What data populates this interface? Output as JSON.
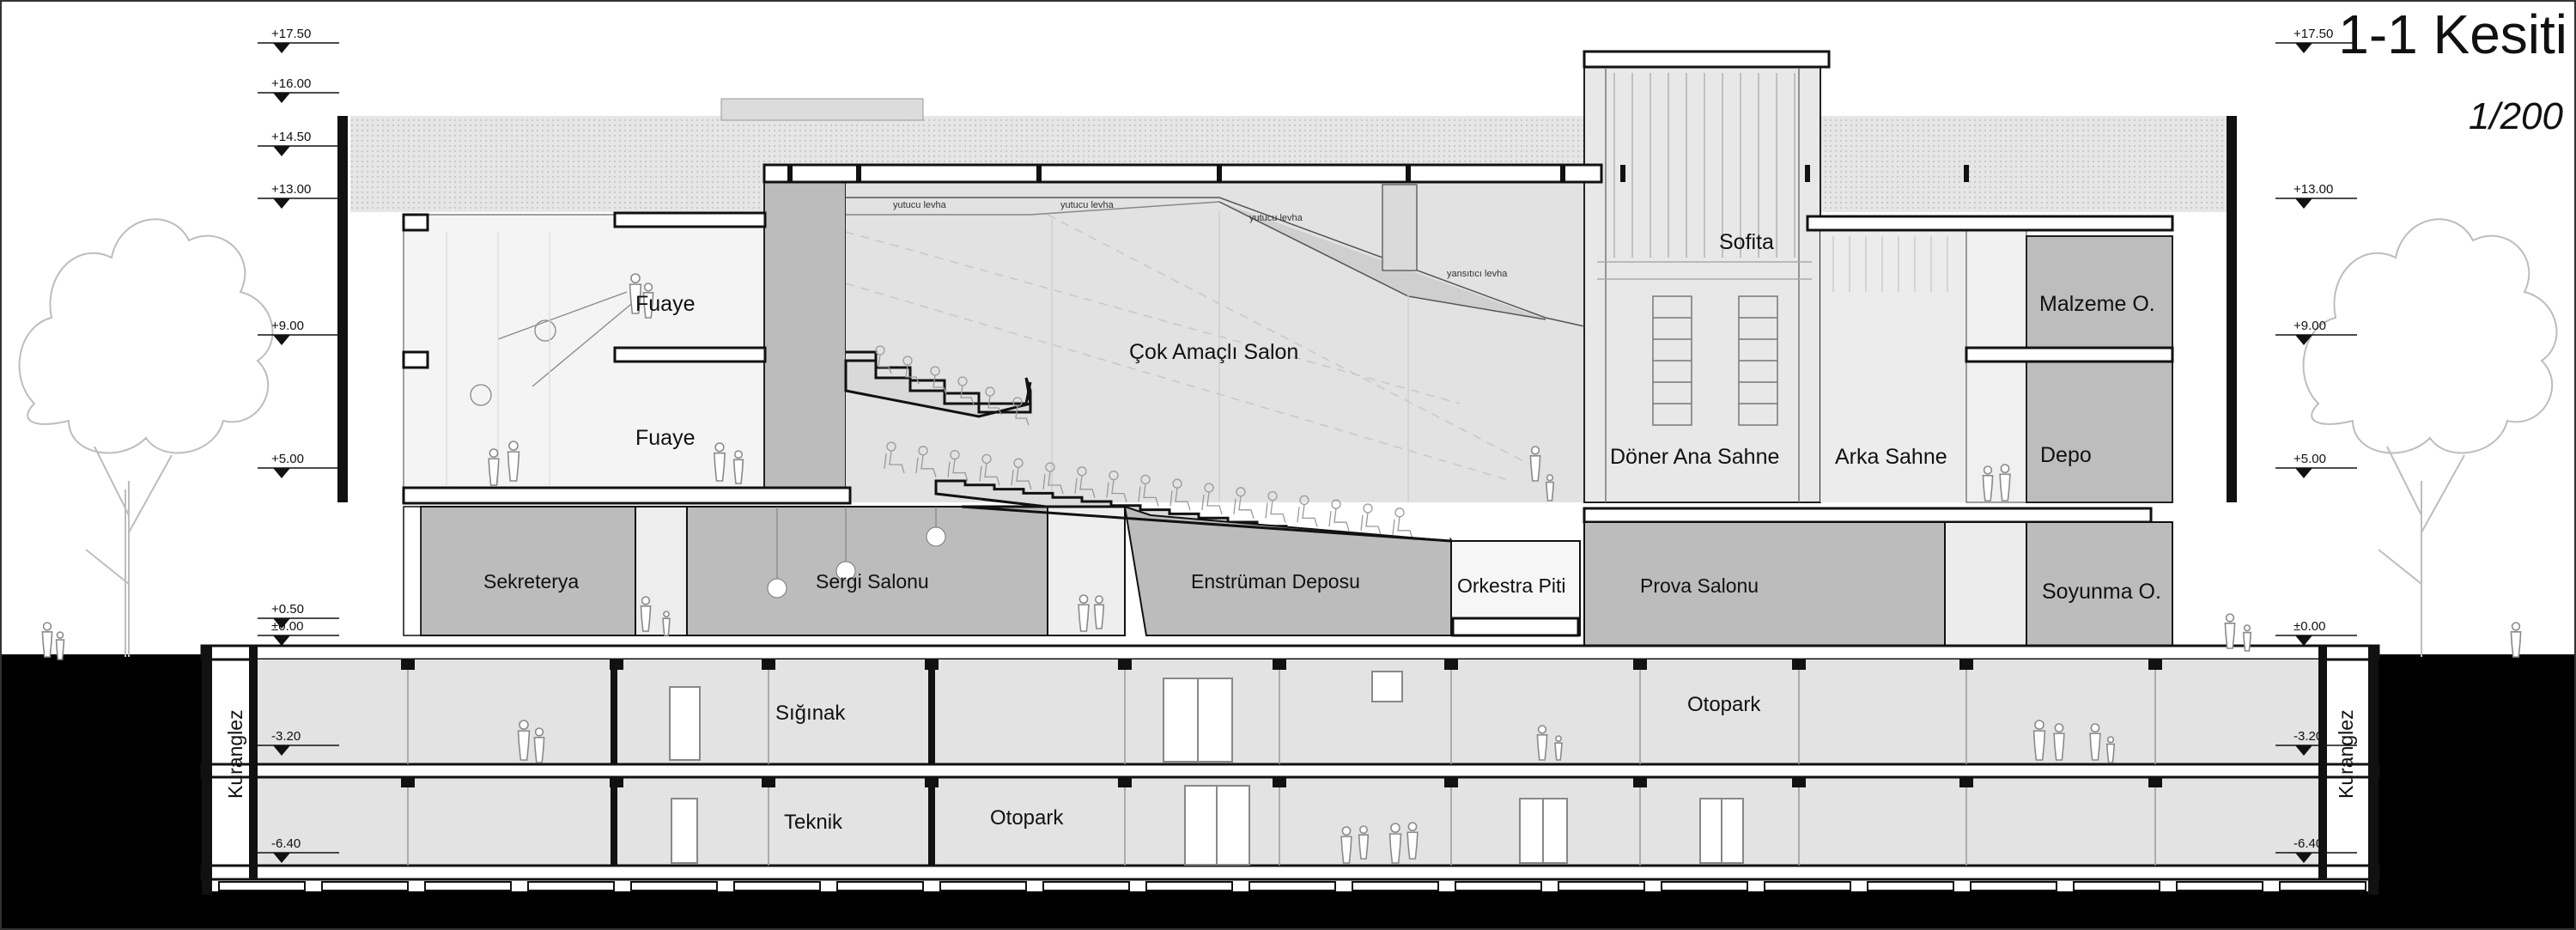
{
  "title": "1-1 Kesiti",
  "scale": "1/200",
  "elevations_left": [
    "+17.50",
    "+16.00",
    "+14.50",
    "+13.00",
    "+9.00",
    "+5.00",
    "+0.50",
    "±0.00",
    "-3.20",
    "-6.40"
  ],
  "elevations_right": [
    "+17.50",
    "+13.00",
    "+9.00",
    "+5.00",
    "±0.00",
    "-3.20",
    "-6.40"
  ],
  "rooms": {
    "fuaye_upper": "Fuaye",
    "fuaye_lower": "Fuaye",
    "cok_amacli_salon": "Çok Amaçlı Salon",
    "sofita": "Sofita",
    "malzeme": "Malzeme O.",
    "doner_ana_sahne": "Döner Ana Sahne",
    "arka_sahne": "Arka Sahne",
    "depo": "Depo",
    "sekreterya": "Sekreterya",
    "sergi_salonu": "Sergi Salonu",
    "enstruman_deposu": "Enstrüman Deposu",
    "orkestra_piti": "Orkestra Piti",
    "prova_salonu": "Prova Salonu",
    "soyunma": "Soyunma O.",
    "siginak": "Sığınak",
    "otopark_b1": "Otopark",
    "teknik": "Teknik",
    "otopark_b2": "Otopark",
    "kuranglez_left": "Kuranglez",
    "kuranglez_right": "Kuranglez"
  },
  "ceiling_notes": [
    "yutucu levha",
    "yutucu levha",
    "yutucu levha",
    "yansıtıcı levha"
  ],
  "colors": {
    "line": "#111111",
    "fill_dark": "#b9b9b9",
    "fill_mid": "#d6d6d6",
    "fill_light": "#eeeeee",
    "ground": "#000000",
    "roof_hatch": "#e4e4e4"
  }
}
